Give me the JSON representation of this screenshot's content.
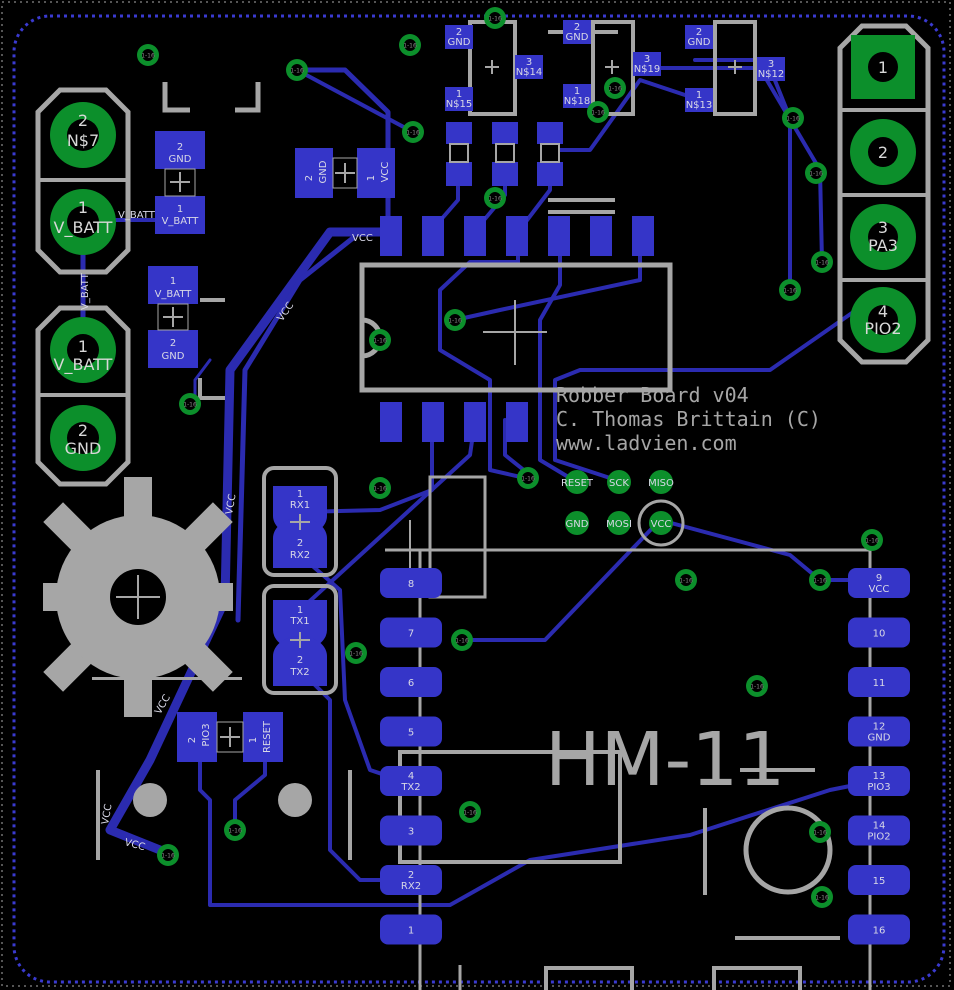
{
  "silkscreen": {
    "title_line1": "Robber Board v04",
    "title_line2": "C. Thomas Brittain (C)",
    "title_line3": "www.ladvien.com",
    "module_text": "HM-11"
  },
  "connectors": {
    "left_top": [
      {
        "pin": "2",
        "name": "N$7"
      },
      {
        "pin": "1",
        "name": "V_BATT"
      }
    ],
    "left_bottom": [
      {
        "pin": "1",
        "name": "V_BATT"
      },
      {
        "pin": "2",
        "name": "GND"
      }
    ],
    "right": [
      {
        "pin": "1",
        "name": ""
      },
      {
        "pin": "2",
        "name": ""
      },
      {
        "pin": "3",
        "name": "PA3"
      },
      {
        "pin": "4",
        "name": "PIO2"
      }
    ]
  },
  "net_labels": {
    "vcc": "VCC",
    "v_batt": "V_BATT",
    "gnd": "GND"
  },
  "components": {
    "cap_top": {
      "p2": "2",
      "p2_net": "GND",
      "p1": "1",
      "p1_net": "V_BATT"
    },
    "cap_mid": {
      "p1": "1",
      "p1_net": "V_BATT",
      "p2": "2",
      "p2_net": "GND"
    },
    "cap_horiz": {
      "p2": "2",
      "p2_net": "GND",
      "p1": "1",
      "p1_net": "VCC"
    },
    "rx": {
      "p1": "1",
      "p1_net": "RX1",
      "p2": "2",
      "p2_net": "RX2"
    },
    "tx": {
      "p1": "1",
      "p1_net": "TX1",
      "p2": "2",
      "p2_net": "TX2"
    },
    "switch": {
      "p2": "2",
      "p2_net": "PIO3",
      "p1": "1",
      "p1_net": "RESET"
    }
  },
  "transistors": [
    {
      "gnd_pin": "2",
      "gnd": "GND",
      "s_pin": "3",
      "s_net": "N$14",
      "d_pin": "1",
      "d_net": "N$15"
    },
    {
      "gnd_pin": "2",
      "gnd": "GND",
      "s_pin": "3",
      "s_net": "N$19",
      "d_pin": "1",
      "d_net": "N$18"
    },
    {
      "gnd_pin": "2",
      "gnd": "GND",
      "s_pin": "3",
      "s_net": "N$12",
      "d_pin": "1",
      "d_net": "N$13"
    }
  ],
  "isp_header": {
    "row1": [
      "RESET",
      "SCK",
      "MISO"
    ],
    "row2": [
      "GND",
      "MOSI",
      "VCC"
    ]
  },
  "module_left_pins": [
    {
      "num": "8",
      "net": ""
    },
    {
      "num": "7",
      "net": ""
    },
    {
      "num": "6",
      "net": ""
    },
    {
      "num": "5",
      "net": ""
    },
    {
      "num": "4",
      "net": "TX2"
    },
    {
      "num": "3",
      "net": ""
    },
    {
      "num": "2",
      "net": "RX2"
    },
    {
      "num": "1",
      "net": ""
    }
  ],
  "module_right_pins": [
    {
      "num": "9",
      "net": "VCC"
    },
    {
      "num": "10",
      "net": ""
    },
    {
      "num": "11",
      "net": ""
    },
    {
      "num": "12",
      "net": "GND"
    },
    {
      "num": "13",
      "net": "PIO3"
    },
    {
      "num": "14",
      "net": "PIO2"
    },
    {
      "num": "15",
      "net": ""
    },
    {
      "num": "16",
      "net": ""
    }
  ],
  "via_label": "1-16",
  "colors": {
    "background": "#000000",
    "copper_top": "#3535c8",
    "trace": "#2b2bb0",
    "via": "#0c8f2b",
    "silkscreen": "#a6a6a6",
    "board_edge": "#3a3ad0"
  }
}
